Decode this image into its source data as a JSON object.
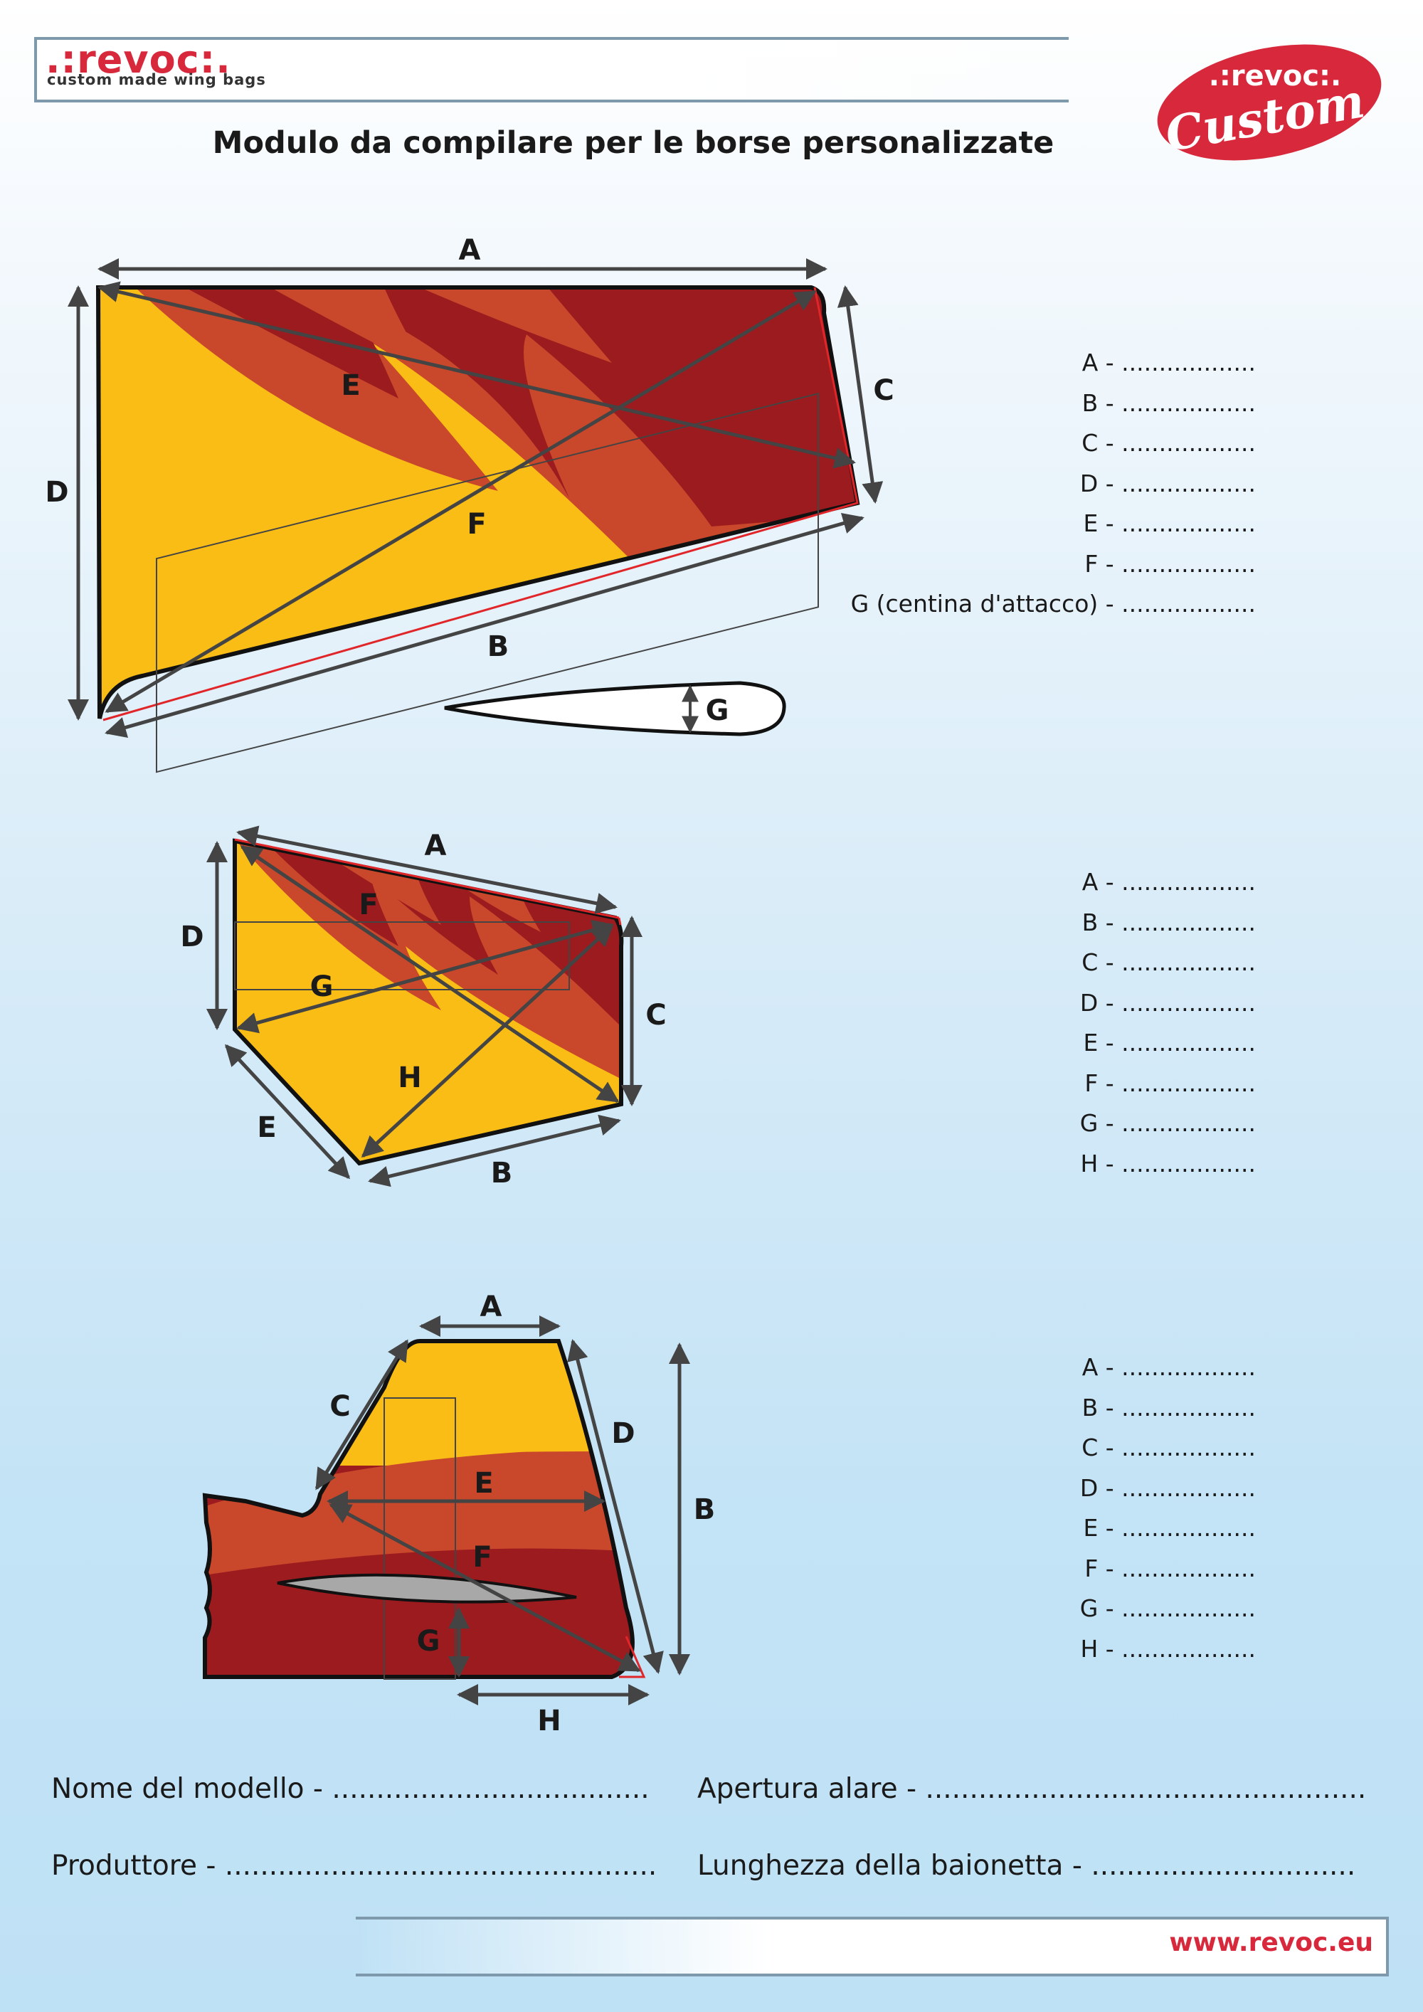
{
  "header": {
    "brand": ".:revoc:.",
    "tagline": "custom made wing bags",
    "title": "Modulo da compilare per le borse personalizzate",
    "badge_brand": ".:revoc:.",
    "badge_script": "Custom"
  },
  "wing1": {
    "labels": {
      "a": "A",
      "b": "B",
      "c": "C",
      "d": "D",
      "e": "E",
      "f": "F",
      "g": "G"
    },
    "fields": [
      "A - ..................",
      "B - ..................",
      "C - ..................",
      "D - ..................",
      "E - ..................",
      "F - ..................",
      "G (centina d'attacco) - .................."
    ]
  },
  "wing2": {
    "labels": {
      "a": "A",
      "b": "B",
      "c": "C",
      "d": "D",
      "e": "E",
      "f": "F",
      "g": "G",
      "h": "H"
    },
    "fields": [
      "A - ..................",
      "B - ..................",
      "C - ..................",
      "D - ..................",
      "E - ..................",
      "F - ..................",
      "G - ..................",
      "H - .................."
    ]
  },
  "wing3": {
    "labels": {
      "a": "A",
      "b": "B",
      "c": "C",
      "d": "D",
      "e": "E",
      "f": "F",
      "g": "G",
      "h": "H"
    },
    "fields": [
      "A - ..................",
      "B - ..................",
      "C - ..................",
      "D - ..................",
      "E - ..................",
      "F - ..................",
      "G - ..................",
      "H - .................."
    ]
  },
  "form": {
    "model_name": "Nome del modello - ....................................",
    "wingspan": "Apertura alare - ..................................................",
    "manufacturer": "Produttore - .................................................",
    "bayonet_length": "Lunghezza della baionetta - ..............................",
    "url": "www.revoc.eu"
  },
  "colors": {
    "yellow": "#f9bd16",
    "orange": "#c9472a",
    "dark_red": "#9b1b1f",
    "brand_red": "#d8283c"
  }
}
